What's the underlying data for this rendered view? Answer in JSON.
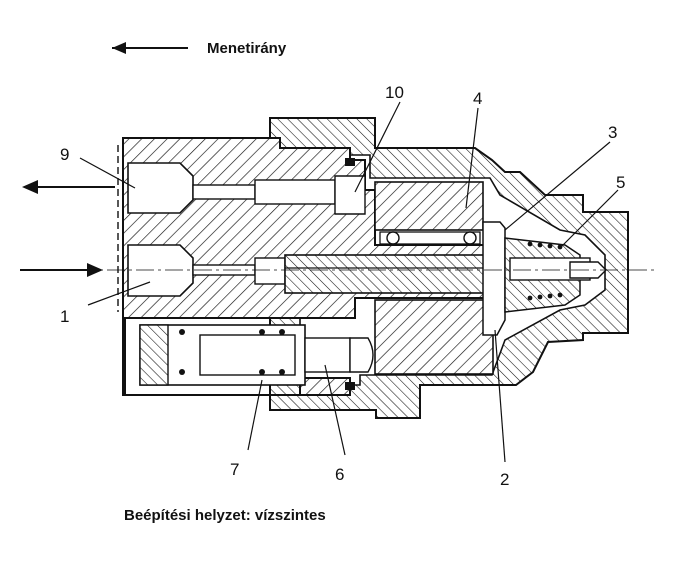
{
  "direction": {
    "label": "Menetirány"
  },
  "caption": "Beépítési helyzet: vízszintes",
  "callouts": [
    {
      "id": "1",
      "text": "1"
    },
    {
      "id": "2",
      "text": "2"
    },
    {
      "id": "3",
      "text": "3"
    },
    {
      "id": "4",
      "text": "4"
    },
    {
      "id": "5",
      "text": "5"
    },
    {
      "id": "6",
      "text": "6"
    },
    {
      "id": "7",
      "text": "7"
    },
    {
      "id": "9",
      "text": "9"
    },
    {
      "id": "10",
      "text": "10"
    }
  ],
  "colors": {
    "line": "#111111",
    "background": "#ffffff"
  }
}
